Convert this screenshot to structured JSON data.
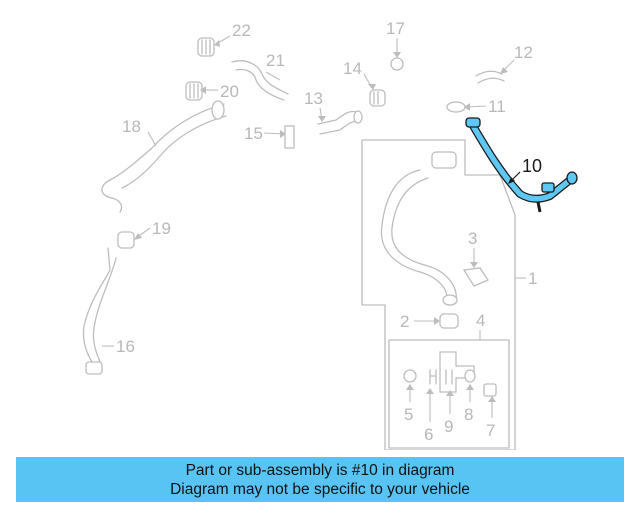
{
  "diagram": {
    "highlight_color": "#5ec8f4",
    "callouts": {
      "c1": "1",
      "c2": "2",
      "c3": "3",
      "c4": "4",
      "c5": "5",
      "c6": "6",
      "c7": "7",
      "c8": "8",
      "c9": "9",
      "c10": "10",
      "c11": "11",
      "c12": "12",
      "c13": "13",
      "c14": "14",
      "c15": "15",
      "c16": "16",
      "c17": "17",
      "c18": "18",
      "c19": "19",
      "c20": "20",
      "c21": "21",
      "c22": "22"
    }
  },
  "banner": {
    "color": "#58c4f4",
    "line1": "Part or sub-assembly is #10 in diagram",
    "line2": "Diagram may not be specific to your vehicle"
  }
}
